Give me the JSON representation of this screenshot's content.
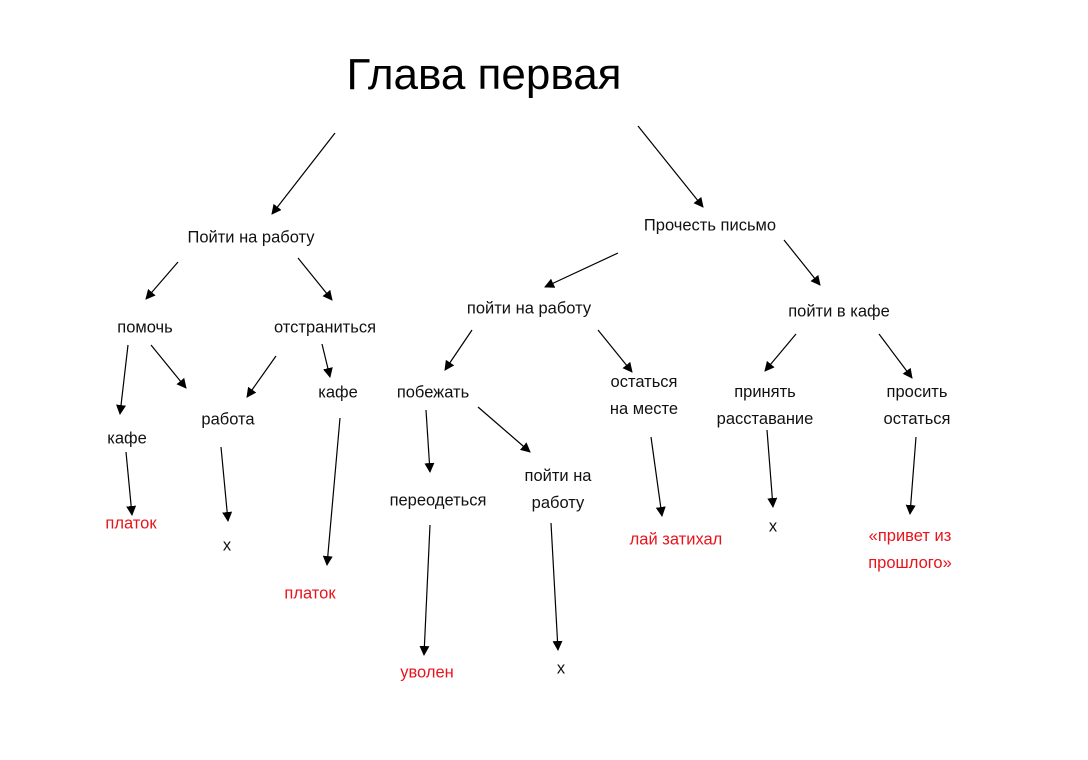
{
  "title": "Глава первая",
  "colors": {
    "node_text": "#111111",
    "outcome_text": "#e8141b",
    "arrow": "#000000"
  },
  "nodes": {
    "go_to_work": "Пойти на работу",
    "read_letter": "Прочесть письмо",
    "help": "помочь",
    "withdraw": "отстраниться",
    "cafe_left": "кафе",
    "work": "работа",
    "cafe_mid": "кафе",
    "scarf_left": "платок",
    "x_work": "x",
    "scarf_mid": "платок",
    "go_to_work_2": "пойти на работу",
    "go_to_cafe": "пойти в кафе",
    "run": "побежать",
    "stay_1": "остаться",
    "stay_2": "на месте",
    "accept_1": "принять",
    "accept_2": "расставание",
    "ask_1": "просить",
    "ask_2": "остаться",
    "change_clothes": "переодеться",
    "go_work_3_1": "пойти на",
    "go_work_3_2": "работу",
    "fired": "уволен",
    "x_go_work": "x",
    "barking_stopped": "лай затихал",
    "x_accept": "x",
    "hello_past_1": "«привет из",
    "hello_past_2": "прошлого»"
  }
}
